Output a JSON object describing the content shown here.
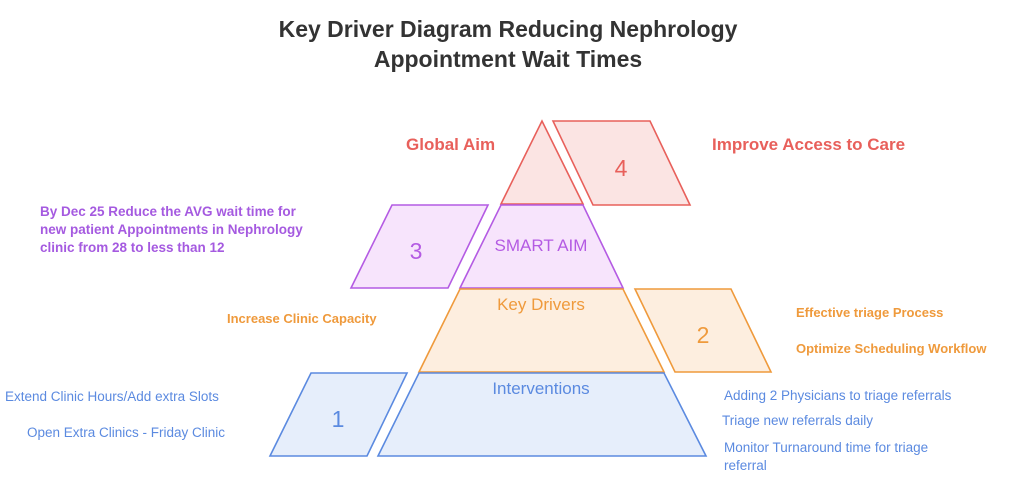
{
  "title": {
    "line1": "Key Driver Diagram Reducing Nephrology",
    "line2": "Appointment Wait Times"
  },
  "layers": {
    "global": {
      "number": "4",
      "left_label": "Global Aim",
      "right_label": "Improve Access to Care",
      "color": "#e8605b",
      "fill": "#fbe4e3"
    },
    "smart": {
      "number": "3",
      "label": "SMART AIM",
      "description": [
        "By Dec 25 Reduce the AVG wait time for",
        "new patient Appointments in Nephrology",
        "clinic from 28 to less than 12"
      ],
      "color": "#b45be3",
      "fill": "#f7e4fc"
    },
    "drivers": {
      "number": "2",
      "label": "Key Drivers",
      "left_items": [
        "Increase Clinic Capacity"
      ],
      "right_items": [
        "Effective triage Process",
        "Optimize Scheduling Workflow"
      ],
      "color": "#ef9a3c",
      "fill": "#fdeedf"
    },
    "interventions": {
      "number": "1",
      "label": "Interventions",
      "left_items": [
        "Extend Clinic Hours/Add extra Slots",
        "Open Extra Clinics - Friday Clinic"
      ],
      "right_items": [
        "Adding 2 Physicians to triage referrals",
        "Triage new referrals daily",
        "Monitor Turnaround time for triage",
        "referral"
      ],
      "color": "#5b8ae0",
      "fill": "#e6eefb"
    }
  }
}
